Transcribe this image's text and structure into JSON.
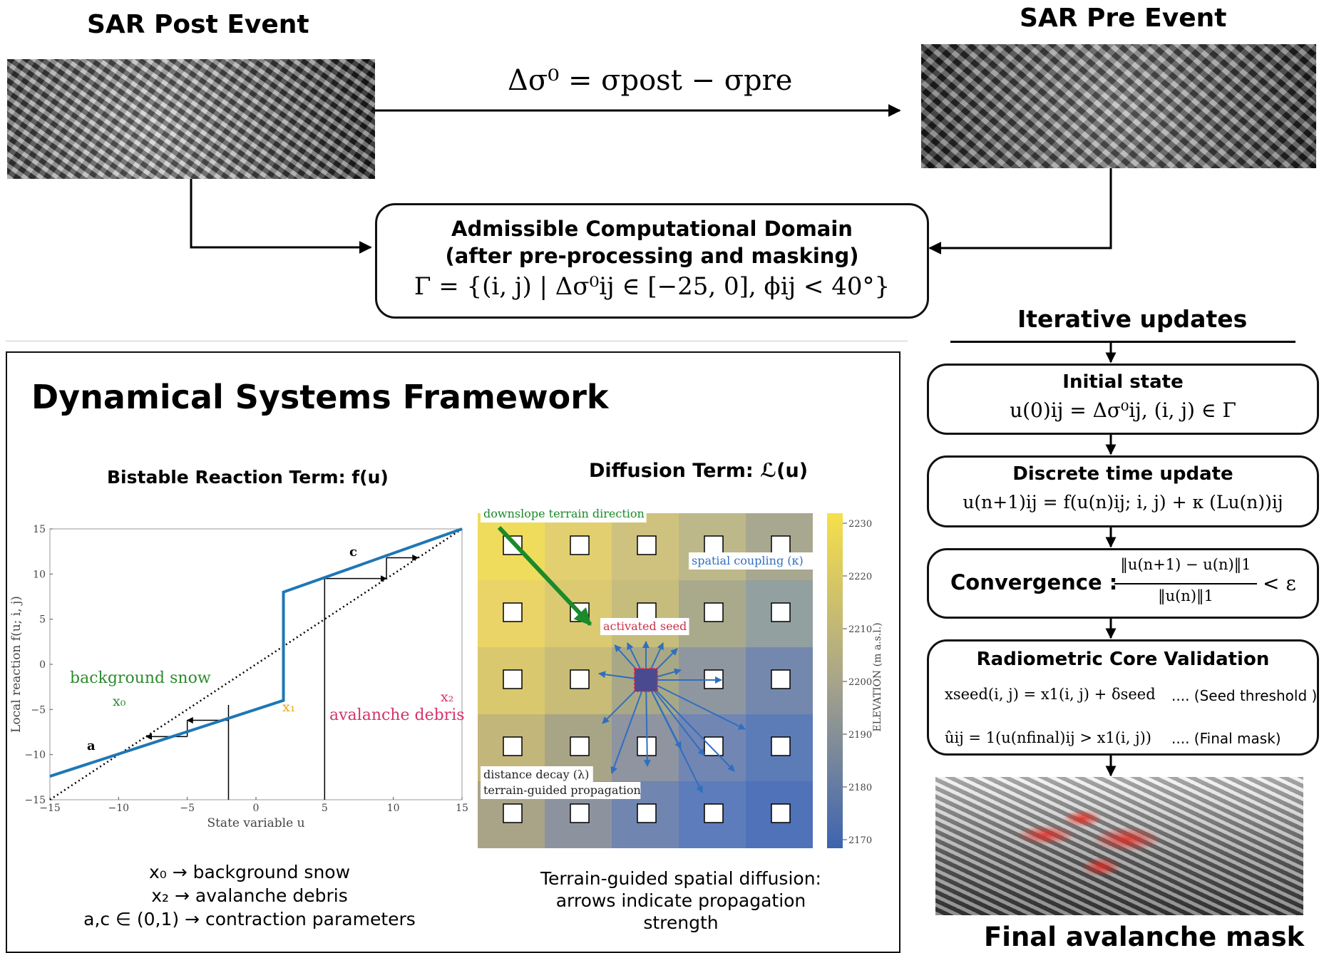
{
  "sar_post": {
    "title": "SAR Post Event"
  },
  "sar_pre": {
    "title": "SAR Pre Event"
  },
  "difference_eq": "Δσ⁰ = σpost − σpre",
  "domain_box": {
    "line1": "Admissible Computational Domain",
    "line2": "(after pre-processing and masking)",
    "formula": "Γ = {(i, j) | Δσ⁰ij ∈ [−25, 0],  ϕij < 40°}"
  },
  "iterative": {
    "heading": "Iterative updates",
    "initial": {
      "title": "Initial state",
      "formula": "u(0)ij = Δσ⁰ij,    (i, j) ∈ Γ"
    },
    "discrete": {
      "title": "Discrete time update",
      "formula": "u(n+1)ij = f(u(n)ij; i, j) + κ (Lu(n))ij"
    },
    "convergence": {
      "title": "Convergence :",
      "numerator": "‖u(n+1) − u(n)‖1",
      "denominator": "‖u(n)‖1",
      "rhs": "< ε"
    },
    "validation": {
      "title": "Radiometric Core Validation",
      "seed_formula": "xseed(i, j) = x1(i, j) + δseed",
      "seed_note": ".... (Seed threshold )",
      "mask_formula": "ûij = 1(u(nfinal)ij > x1(i, j))",
      "mask_note": ".... (Final mask)"
    },
    "final_label": "Final avalanche mask"
  },
  "framework": {
    "title": "Dynamical Systems Framework",
    "reaction_title": "Bistable Reaction Term: f(u)",
    "diffusion_title": "Diffusion Term: ℒ(u)",
    "legend_lines": [
      "x₀ → background snow",
      "x₂ → avalanche debris",
      "a,c ∈ (0,1) → contraction parameters"
    ],
    "diffusion_caption": [
      "Terrain-guided spatial diffusion:",
      "arrows indicate propagation",
      "strength"
    ]
  },
  "chart_data": {
    "type": "line",
    "xlabel": "State variable u",
    "ylabel": "Local reaction f(u; i, j)",
    "xlim": [
      -15,
      15
    ],
    "ylim": [
      -15,
      15
    ],
    "x_ticks": [
      -15,
      -10,
      -5,
      0,
      5,
      10,
      15
    ],
    "y_ticks": [
      15,
      10,
      5,
      0,
      -5,
      -10,
      -15
    ],
    "series": [
      {
        "x": [
          -15,
          2,
          2,
          15
        ],
        "y": [
          -12.4,
          -4,
          8,
          15
        ],
        "color": "#1f77b4"
      },
      {
        "x": [
          -15,
          15
        ],
        "y": [
          -15,
          15
        ],
        "style": "dotted"
      }
    ],
    "annotations": [
      {
        "text": "background snow",
        "color": "#2e8b2e"
      },
      {
        "text": "x₀",
        "color": "#2e8b2e"
      },
      {
        "text": "x₁",
        "color": "#e6a817"
      },
      {
        "text": "x₂",
        "color": "#d6336c"
      },
      {
        "text": "avalanche debris",
        "color": "#d6336c"
      },
      {
        "text": "a",
        "color": "#000000"
      },
      {
        "text": "c",
        "color": "#000000"
      }
    ]
  },
  "diffusion_panel": {
    "labels": {
      "downslope": "downslope terrain direction",
      "coupling": "spatial coupling (κ)",
      "seed": "activated seed",
      "decay1": "distance decay (λ)",
      "decay2": "terrain-guided propagation"
    },
    "colorbar_ticks": [
      "2230",
      "2220",
      "2210",
      "2200",
      "2190",
      "2180",
      "2170"
    ],
    "colorbar_label": "ELEVATION (m a.s.l.)"
  }
}
